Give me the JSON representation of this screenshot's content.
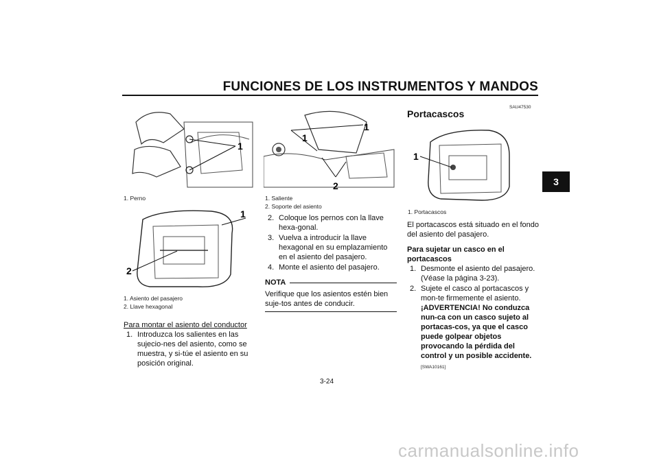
{
  "header": {
    "title": "FUNCIONES DE LOS INSTRUMENTOS Y MANDOS",
    "chapter": "3"
  },
  "figures": {
    "fig1": {
      "callouts": [
        "1"
      ],
      "captions": [
        "1. Perno"
      ]
    },
    "fig2": {
      "callouts": [
        "1",
        "2"
      ],
      "captions": [
        "1. Asiento del pasajero",
        "2. Llave hexagonal"
      ]
    },
    "fig3": {
      "callouts": [
        "1",
        "1",
        "2"
      ],
      "captions": [
        "1. Saliente",
        "2. Soporte del asiento"
      ]
    },
    "fig4": {
      "callouts": [
        "1"
      ],
      "captions": [
        "1. Portacascos"
      ]
    }
  },
  "col1": {
    "heading": "Para montar el asiento del conductor",
    "steps": [
      {
        "num": "1.",
        "text": "Introduzca los salientes en las sujecio-nes del asiento, como se muestra, y si-túe el asiento en su posición original."
      }
    ]
  },
  "col2": {
    "steps": [
      {
        "num": "2.",
        "text": "Coloque los pernos con la llave hexa-gonal."
      },
      {
        "num": "3.",
        "text": "Vuelva a introducir la llave hexagonal en su emplazamiento en el asiento del pasajero."
      },
      {
        "num": "4.",
        "text": "Monte el asiento del pasajero."
      }
    ],
    "nota_label": "NOTA",
    "nota_text": "Verifique que los asientos estén bien suje-tos antes de conducir."
  },
  "col3": {
    "section_code": "SAU47530",
    "section_title": "Portacascos",
    "intro": "El portacascos está situado en el fondo del asiento del pasajero.",
    "subheading": "Para sujetar un casco en el portacascos",
    "steps": [
      {
        "num": "1.",
        "text": "Desmonte el asiento del pasajero. (Véase la página 3-23)."
      },
      {
        "num": "2.",
        "text": "Sujete el casco al portacascos y mon-te firmemente el asiento."
      }
    ],
    "warning": "¡ADVERTENCIA! No conduzca nun-ca con un casco sujeto al portacas-cos, ya que el casco puede golpear objetos provocando la pérdida del control y un posible accidente.",
    "warning_code": "[SWA10161]"
  },
  "footer": {
    "page_number": "3-24",
    "site": "carmanualsonline.info"
  }
}
